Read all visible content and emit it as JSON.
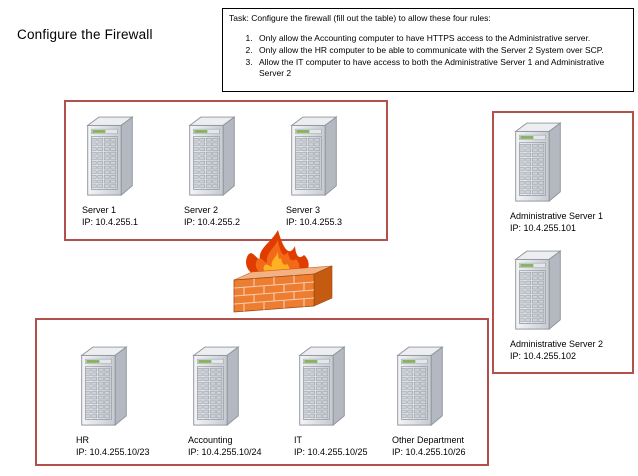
{
  "title": "Configure the Firewall",
  "task_box": {
    "header": "Task: Configure the firewall (fill out the table) to allow these four rules:",
    "rules": [
      "Only allow the Accounting computer to have HTTPS access to the Administrative server.",
      "Only allow the HR computer to be able to communicate with the Server 2 System over SCP.",
      "Allow the IT computer to have access to both the Administrative Server 1 and Administrative Server 2"
    ]
  },
  "groups": {
    "servers": {
      "items": [
        {
          "name": "Server 1",
          "ip": "IP: 10.4.255.1"
        },
        {
          "name": "Server 2",
          "ip": "IP: 10.4.255.2"
        },
        {
          "name": "Server 3",
          "ip": "IP: 10.4.255.3"
        }
      ]
    },
    "admin": {
      "items": [
        {
          "name": "Administrative Server 1",
          "ip": "IP: 10.4.255.101"
        },
        {
          "name": "Administrative Server 2",
          "ip": "IP: 10.4.255.102"
        }
      ]
    },
    "departments": {
      "items": [
        {
          "name": "HR",
          "ip": "IP: 10.4.255.10/23"
        },
        {
          "name": "Accounting",
          "ip": "IP: 10.4.255.10/24"
        },
        {
          "name": "IT",
          "ip": "IP: 10.4.255.10/25"
        },
        {
          "name": "Other Department",
          "ip": "IP: 10.4.255.10/26"
        }
      ]
    }
  },
  "icons": {
    "server": "server-tower-icon",
    "firewall": "firewall-flames-icon"
  },
  "colors": {
    "group_border": "#b2504b",
    "task_border": "#000000",
    "firewall_orange": "#ed7d31",
    "flame_red": "#e03c00",
    "server_gray": "#c9cdd4",
    "led_green": "#84b35a"
  }
}
